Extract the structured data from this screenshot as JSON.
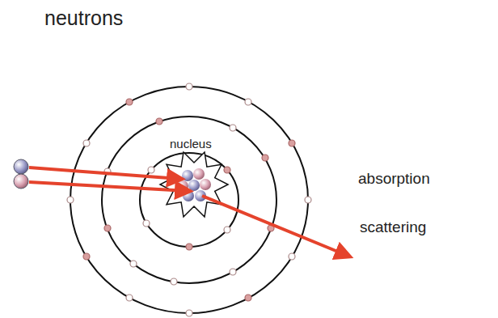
{
  "diagram": {
    "title": "neutrons",
    "labels": [
      "nucleus",
      "absorption",
      "scattering"
    ]
  }
}
